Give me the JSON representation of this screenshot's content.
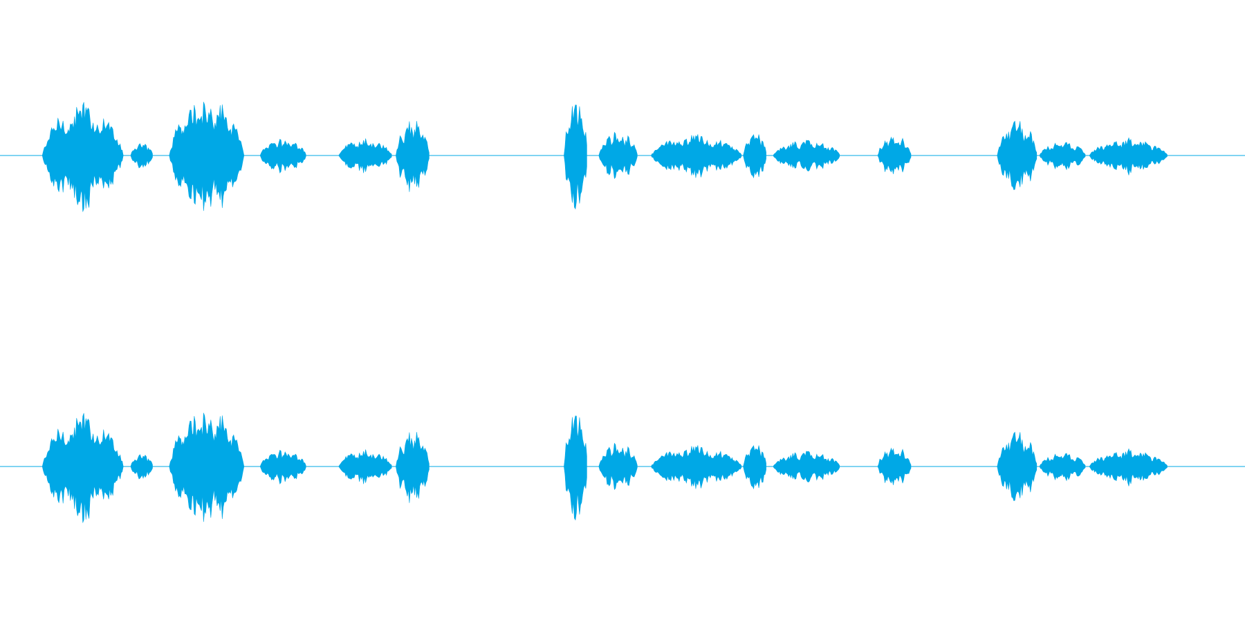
{
  "waveform": {
    "color": "#00a8e6",
    "background": "#ffffff",
    "channels": 2,
    "segments": [
      {
        "start": 0.034,
        "end": 0.099,
        "peak": 0.83
      },
      {
        "start": 0.105,
        "end": 0.123,
        "peak": 0.2
      },
      {
        "start": 0.136,
        "end": 0.196,
        "peak": 0.9
      },
      {
        "start": 0.209,
        "end": 0.246,
        "peak": 0.27
      },
      {
        "start": 0.272,
        "end": 0.315,
        "peak": 0.27
      },
      {
        "start": 0.318,
        "end": 0.345,
        "peak": 0.55
      },
      {
        "start": 0.453,
        "end": 0.472,
        "peak": 0.9
      },
      {
        "start": 0.481,
        "end": 0.512,
        "peak": 0.38
      },
      {
        "start": 0.523,
        "end": 0.596,
        "peak": 0.33
      },
      {
        "start": 0.597,
        "end": 0.616,
        "peak": 0.37
      },
      {
        "start": 0.621,
        "end": 0.675,
        "peak": 0.24
      },
      {
        "start": 0.705,
        "end": 0.732,
        "peak": 0.32
      },
      {
        "start": 0.801,
        "end": 0.833,
        "peak": 0.58
      },
      {
        "start": 0.835,
        "end": 0.872,
        "peak": 0.22
      },
      {
        "start": 0.875,
        "end": 0.938,
        "peak": 0.27
      }
    ]
  }
}
